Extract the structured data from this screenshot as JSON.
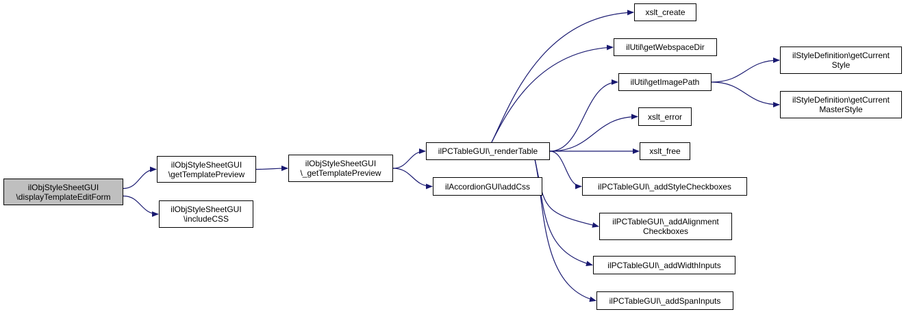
{
  "graph": {
    "edge_color": "#191970",
    "root_fill": "#bfbfbf",
    "nodes": {
      "displayTemplateEditForm": {
        "lines": [
          "ilObjStyleSheetGUI",
          "\\displayTemplateEditForm"
        ]
      },
      "getTemplatePreview": {
        "lines": [
          "ilObjStyleSheetGUI",
          "\\getTemplatePreview"
        ]
      },
      "includeCSS": {
        "lines": [
          "ilObjStyleSheetGUI",
          "\\includeCSS"
        ]
      },
      "_getTemplatePreview": {
        "lines": [
          "ilObjStyleSheetGUI",
          "\\_getTemplatePreview"
        ]
      },
      "_renderTable": {
        "lines": [
          "ilPCTableGUI\\_renderTable"
        ]
      },
      "addCss": {
        "lines": [
          "ilAccordionGUI\\addCss"
        ]
      },
      "xslt_create": {
        "lines": [
          "xslt_create"
        ]
      },
      "getWebspaceDir": {
        "lines": [
          "ilUtil\\getWebspaceDir"
        ]
      },
      "getImagePath": {
        "lines": [
          "ilUtil\\getImagePath"
        ]
      },
      "xslt_error": {
        "lines": [
          "xslt_error"
        ]
      },
      "xslt_free": {
        "lines": [
          "xslt_free"
        ]
      },
      "_addStyleCheckboxes": {
        "lines": [
          "ilPCTableGUI\\_addStyleCheckboxes"
        ]
      },
      "_addAlignmentCheckboxes": {
        "lines": [
          "ilPCTableGUI\\_addAlignment",
          "Checkboxes"
        ]
      },
      "_addWidthInputs": {
        "lines": [
          "ilPCTableGUI\\_addWidthInputs"
        ]
      },
      "_addSpanInputs": {
        "lines": [
          "ilPCTableGUI\\_addSpanInputs"
        ]
      },
      "getCurrentStyle": {
        "lines": [
          "ilStyleDefinition\\getCurrent",
          "Style"
        ]
      },
      "getCurrentMasterStyle": {
        "lines": [
          "ilStyleDefinition\\getCurrent",
          "MasterStyle"
        ]
      }
    },
    "edges": [
      [
        "displayTemplateEditForm",
        "getTemplatePreview"
      ],
      [
        "displayTemplateEditForm",
        "includeCSS"
      ],
      [
        "getTemplatePreview",
        "_getTemplatePreview"
      ],
      [
        "_getTemplatePreview",
        "_renderTable"
      ],
      [
        "_getTemplatePreview",
        "addCss"
      ],
      [
        "_renderTable",
        "xslt_create"
      ],
      [
        "_renderTable",
        "getWebspaceDir"
      ],
      [
        "_renderTable",
        "getImagePath"
      ],
      [
        "_renderTable",
        "xslt_error"
      ],
      [
        "_renderTable",
        "xslt_free"
      ],
      [
        "_renderTable",
        "_addStyleCheckboxes"
      ],
      [
        "_renderTable",
        "_addAlignmentCheckboxes"
      ],
      [
        "_renderTable",
        "_addWidthInputs"
      ],
      [
        "_renderTable",
        "_addSpanInputs"
      ],
      [
        "getImagePath",
        "getCurrentStyle"
      ],
      [
        "getImagePath",
        "getCurrentMasterStyle"
      ]
    ]
  }
}
